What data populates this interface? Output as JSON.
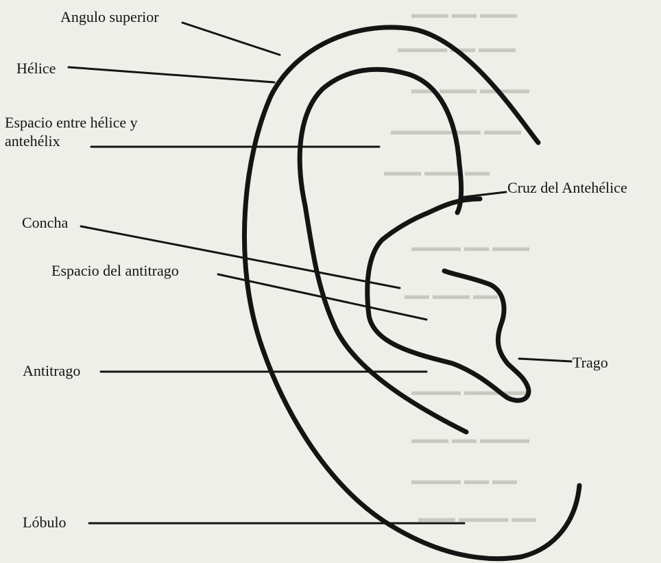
{
  "labels": {
    "angulo_superior": "Angulo superior",
    "helice": "Hélice",
    "espacio_helice_line1": "Espacio entre hélice y",
    "espacio_helice_line2": "antehélix",
    "concha": "Concha",
    "espacio_antitrago": "Espacio del antitrago",
    "antitrago": "Antitrago",
    "lobulo": "Lóbulo",
    "cruz_antehelice": "Cruz del Antehélice",
    "trago": "Trago"
  },
  "colors": {
    "paper": "#efefe9",
    "ink": "#141414",
    "show_through": "#c9c9c2"
  }
}
